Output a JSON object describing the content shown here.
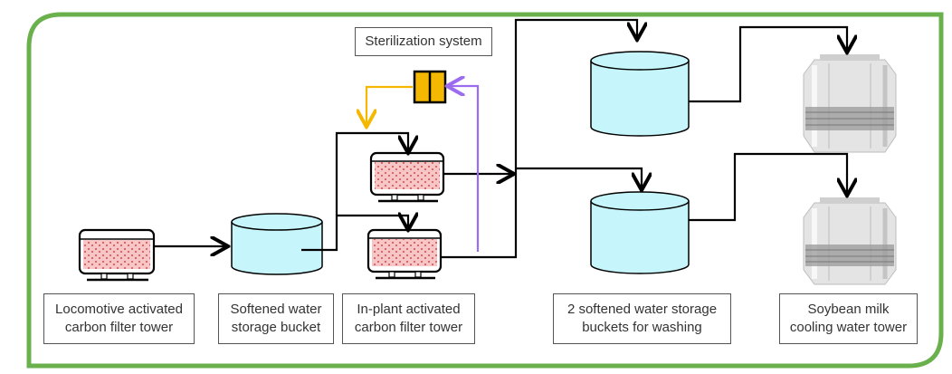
{
  "diagram": {
    "frame_color": "#6ab04c",
    "pipe_color": "#000000",
    "line_yellow": "#f5b800",
    "line_purple": "#9b6cf0",
    "tank_fill": "#c6f6fb",
    "media_fill": "#f7c7c7",
    "sterilizer_fill": "#f5b800",
    "labels": {
      "sterilization": "Sterilization system",
      "locomotive": "Locomotive activated\ncarbon filter tower",
      "softened_bucket": "Softened water\nstorage bucket",
      "inplant": "In-plant activated\ncarbon filter tower",
      "washing_buckets": "2 softened water storage\nbuckets for washing",
      "cooling_tower": "Soybean milk\ncooling water tower"
    }
  }
}
